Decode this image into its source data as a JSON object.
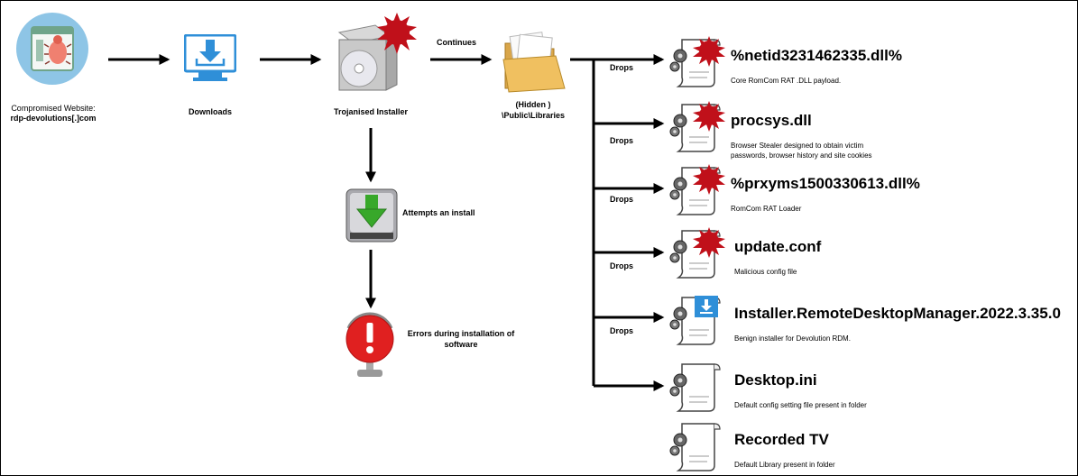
{
  "stages": {
    "website_caption": "Compromised Website:",
    "website_domain": "rdp-devolutions[.]com",
    "downloads": "Downloads",
    "installer": "Trojanised Installer",
    "continues": "Continues",
    "folder_line1": "(Hidden )",
    "folder_line2": "\\Public\\Libraries",
    "attempt": "Attempts an install",
    "error_line1": "Errors during installation of",
    "error_line2": "software"
  },
  "drops_label": "Drops",
  "files": [
    {
      "name": "%netid3231462335.dll%",
      "desc": [
        "Core RomCom RAT .DLL payload."
      ],
      "badge": "virus-icon"
    },
    {
      "name": "procsys.dll",
      "desc": [
        "Browser Stealer designed to obtain victim",
        "passwords, browser history and site cookies"
      ],
      "badge": "virus-icon"
    },
    {
      "name": "%prxyms1500330613.dll%",
      "desc": [
        "RomCom RAT Loader"
      ],
      "badge": "virus-icon"
    },
    {
      "name": "update.conf",
      "desc": [
        "Malicious config file"
      ],
      "badge": "virus-icon"
    },
    {
      "name": "Installer.RemoteDesktopManager.2022.3.35.0",
      "desc": [
        "Benign installer for Devolution RDM."
      ],
      "badge": "download-icon"
    },
    {
      "name": "Desktop.ini",
      "desc": [
        "Default config setting file present in folder"
      ],
      "badge": "none"
    },
    {
      "name": "Recorded TV",
      "desc": [
        "Default Library present in folder"
      ],
      "badge": "none"
    }
  ],
  "colors": {
    "arrow": "#000000",
    "virus": "#c0101a",
    "website_circle": "#8ec5e6",
    "download_blue": "#2f8fd8",
    "error_red": "#e02020"
  }
}
